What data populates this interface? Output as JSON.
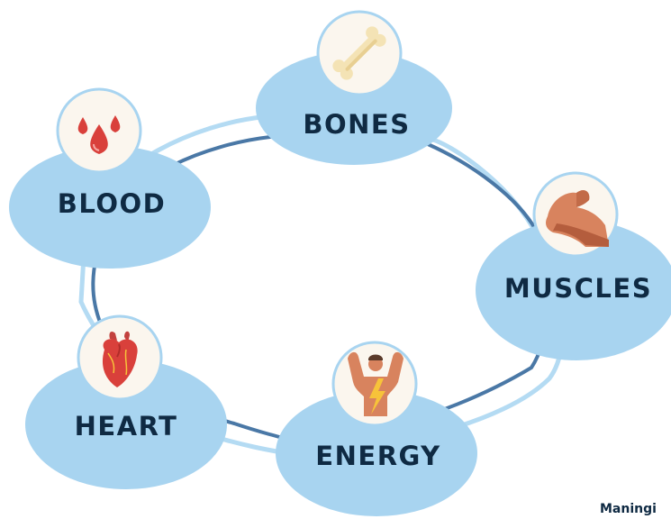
{
  "diagram": {
    "nodes": [
      {
        "id": "bones",
        "label": "BONES",
        "icon": "bone-icon"
      },
      {
        "id": "muscles",
        "label": "MUSCLES",
        "icon": "flexed-arm-icon"
      },
      {
        "id": "energy",
        "label": "ENERGY",
        "icon": "strong-man-lightning-icon"
      },
      {
        "id": "heart",
        "label": "HEART",
        "icon": "heart-organ-icon"
      },
      {
        "id": "blood",
        "label": "BLOOD",
        "icon": "blood-drops-icon"
      }
    ],
    "colors": {
      "bubble": "#a8d4f0",
      "icon_circle": "#fbf6ee",
      "ring_dark": "#4a78a6",
      "ring_light": "#b4dbf3",
      "label": "#0f2a43"
    }
  },
  "watermark": "Maningi"
}
